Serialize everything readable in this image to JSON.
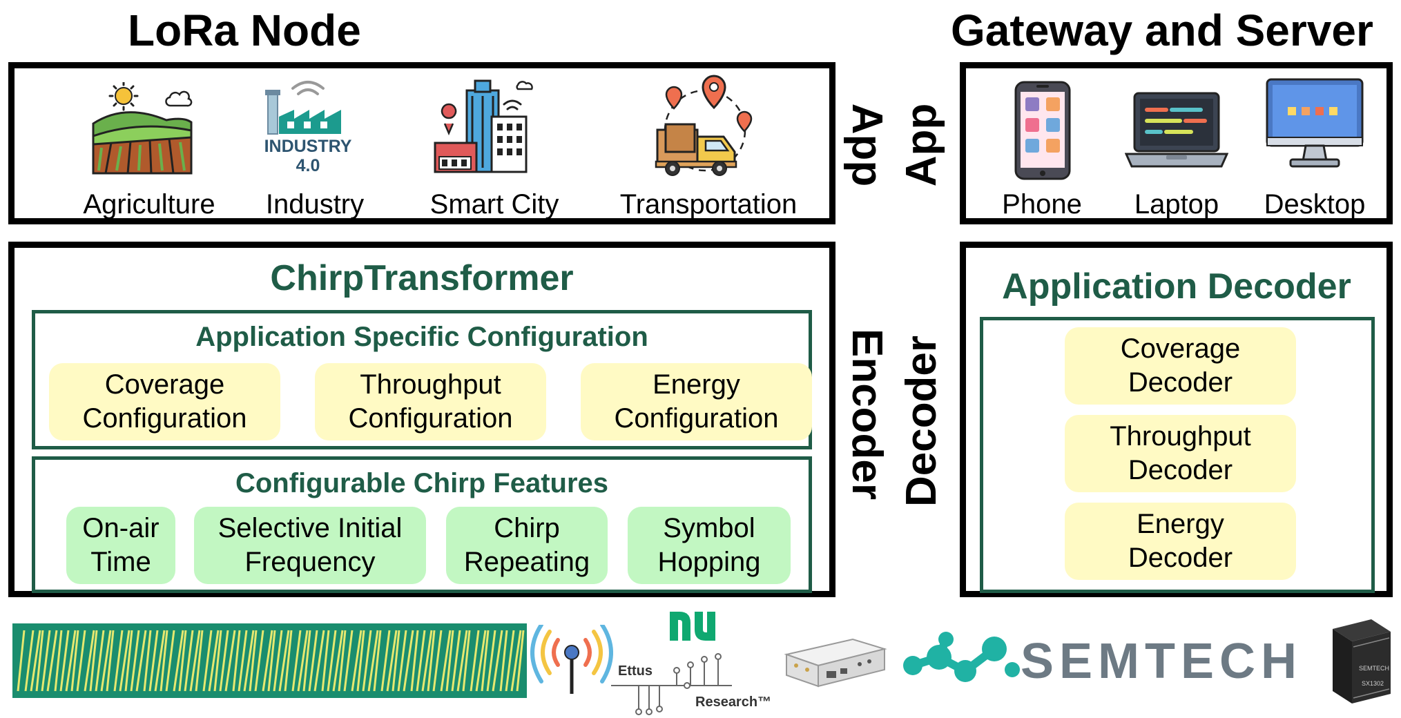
{
  "headers": {
    "left": "LoRa Node",
    "right": "Gateway and Server"
  },
  "node_app": {
    "items": [
      {
        "icon": "agriculture-icon",
        "label": "Agriculture"
      },
      {
        "icon": "industry-icon",
        "label": "Industry",
        "icon_text": "INDUSTRY 4.0"
      },
      {
        "icon": "smart-city-icon",
        "label": "Smart City"
      },
      {
        "icon": "transportation-icon",
        "label": "Transportation"
      }
    ]
  },
  "side_labels": {
    "node_app": "App",
    "node_encoder": "Encoder",
    "server_app": "App",
    "server_decoder": "Decoder"
  },
  "server_app": {
    "items": [
      {
        "icon": "phone-icon",
        "label": "Phone"
      },
      {
        "icon": "laptop-icon",
        "label": "Laptop"
      },
      {
        "icon": "desktop-icon",
        "label": "Desktop"
      }
    ]
  },
  "encoder": {
    "title": "ChirpTransformer",
    "asc": {
      "title": "Application Specific Configuration",
      "items": [
        {
          "line1": "Coverage",
          "line2": "Configuration"
        },
        {
          "line1": "Throughput",
          "line2": "Configuration"
        },
        {
          "line1": "Energy",
          "line2": "Configuration"
        }
      ]
    },
    "features": {
      "title": "Configurable Chirp Features",
      "items": [
        {
          "line1": "On-air",
          "line2": "Time"
        },
        {
          "line1": "Selective Initial",
          "line2": "Frequency"
        },
        {
          "line1": "Chirp",
          "line2": "Repeating"
        },
        {
          "line1": "Symbol",
          "line2": "Hopping"
        }
      ]
    }
  },
  "decoder": {
    "title": "Application Decoder",
    "items": [
      {
        "line1": "Coverage",
        "line2": "Decoder"
      },
      {
        "line1": "Throughput",
        "line2": "Decoder"
      },
      {
        "line1": "Energy",
        "line2": "Decoder"
      }
    ]
  },
  "footer": {
    "ettus_line1": "Ettus",
    "ettus_line2": "Research™",
    "semtech": "SEMTECH",
    "chip_brand": "SEMTECH",
    "chip_model": "SX1302",
    "colors": {
      "dark_green": "#1f5c47",
      "teal": "#20b2a4",
      "spectrogram_bg": "#1a8d6e",
      "chirp_line": "#e6e870"
    }
  }
}
